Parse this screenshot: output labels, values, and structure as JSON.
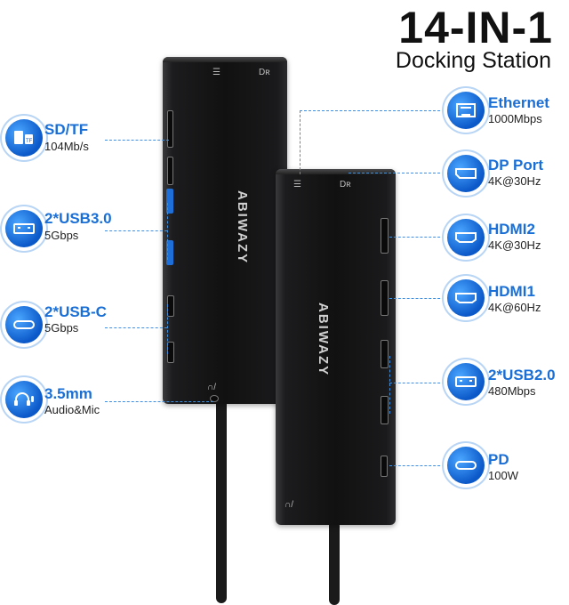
{
  "headline": {
    "title": "14-IN-1",
    "subtitle": "Docking Station"
  },
  "product": {
    "brand": "ABIWAZY",
    "audio_glyph": "∩/",
    "ethernet_glyph": "☰",
    "dp_glyph": "Dʀ"
  },
  "left_features": [
    {
      "name": "SD/TF",
      "spec": "104Mb/s",
      "icon": "sd-tf-card-icon"
    },
    {
      "name": "2*USB3.0",
      "spec": "5Gbps",
      "icon": "usb-a-icon"
    },
    {
      "name": "2*USB-C",
      "spec": "5Gbps",
      "icon": "usb-c-icon"
    },
    {
      "name": "3.5mm",
      "spec": "Audio&Mic",
      "icon": "headset-mic-icon"
    }
  ],
  "right_features": [
    {
      "name": "Ethernet",
      "spec": "1000Mbps",
      "icon": "ethernet-icon"
    },
    {
      "name": "DP Port",
      "spec": "4K@30Hz",
      "icon": "displayport-icon"
    },
    {
      "name": "HDMI2",
      "spec": "4K@30Hz",
      "icon": "hdmi-icon"
    },
    {
      "name": "HDMI1",
      "spec": "4K@60Hz",
      "icon": "hdmi-icon"
    },
    {
      "name": "2*USB2.0",
      "spec": "480Mbps",
      "icon": "usb-a-icon"
    },
    {
      "name": "PD",
      "spec": "100W",
      "icon": "usb-c-icon"
    }
  ],
  "colors": {
    "accent": "#1a6fd6",
    "circle": "#0b58c9",
    "dock": "#111111"
  }
}
